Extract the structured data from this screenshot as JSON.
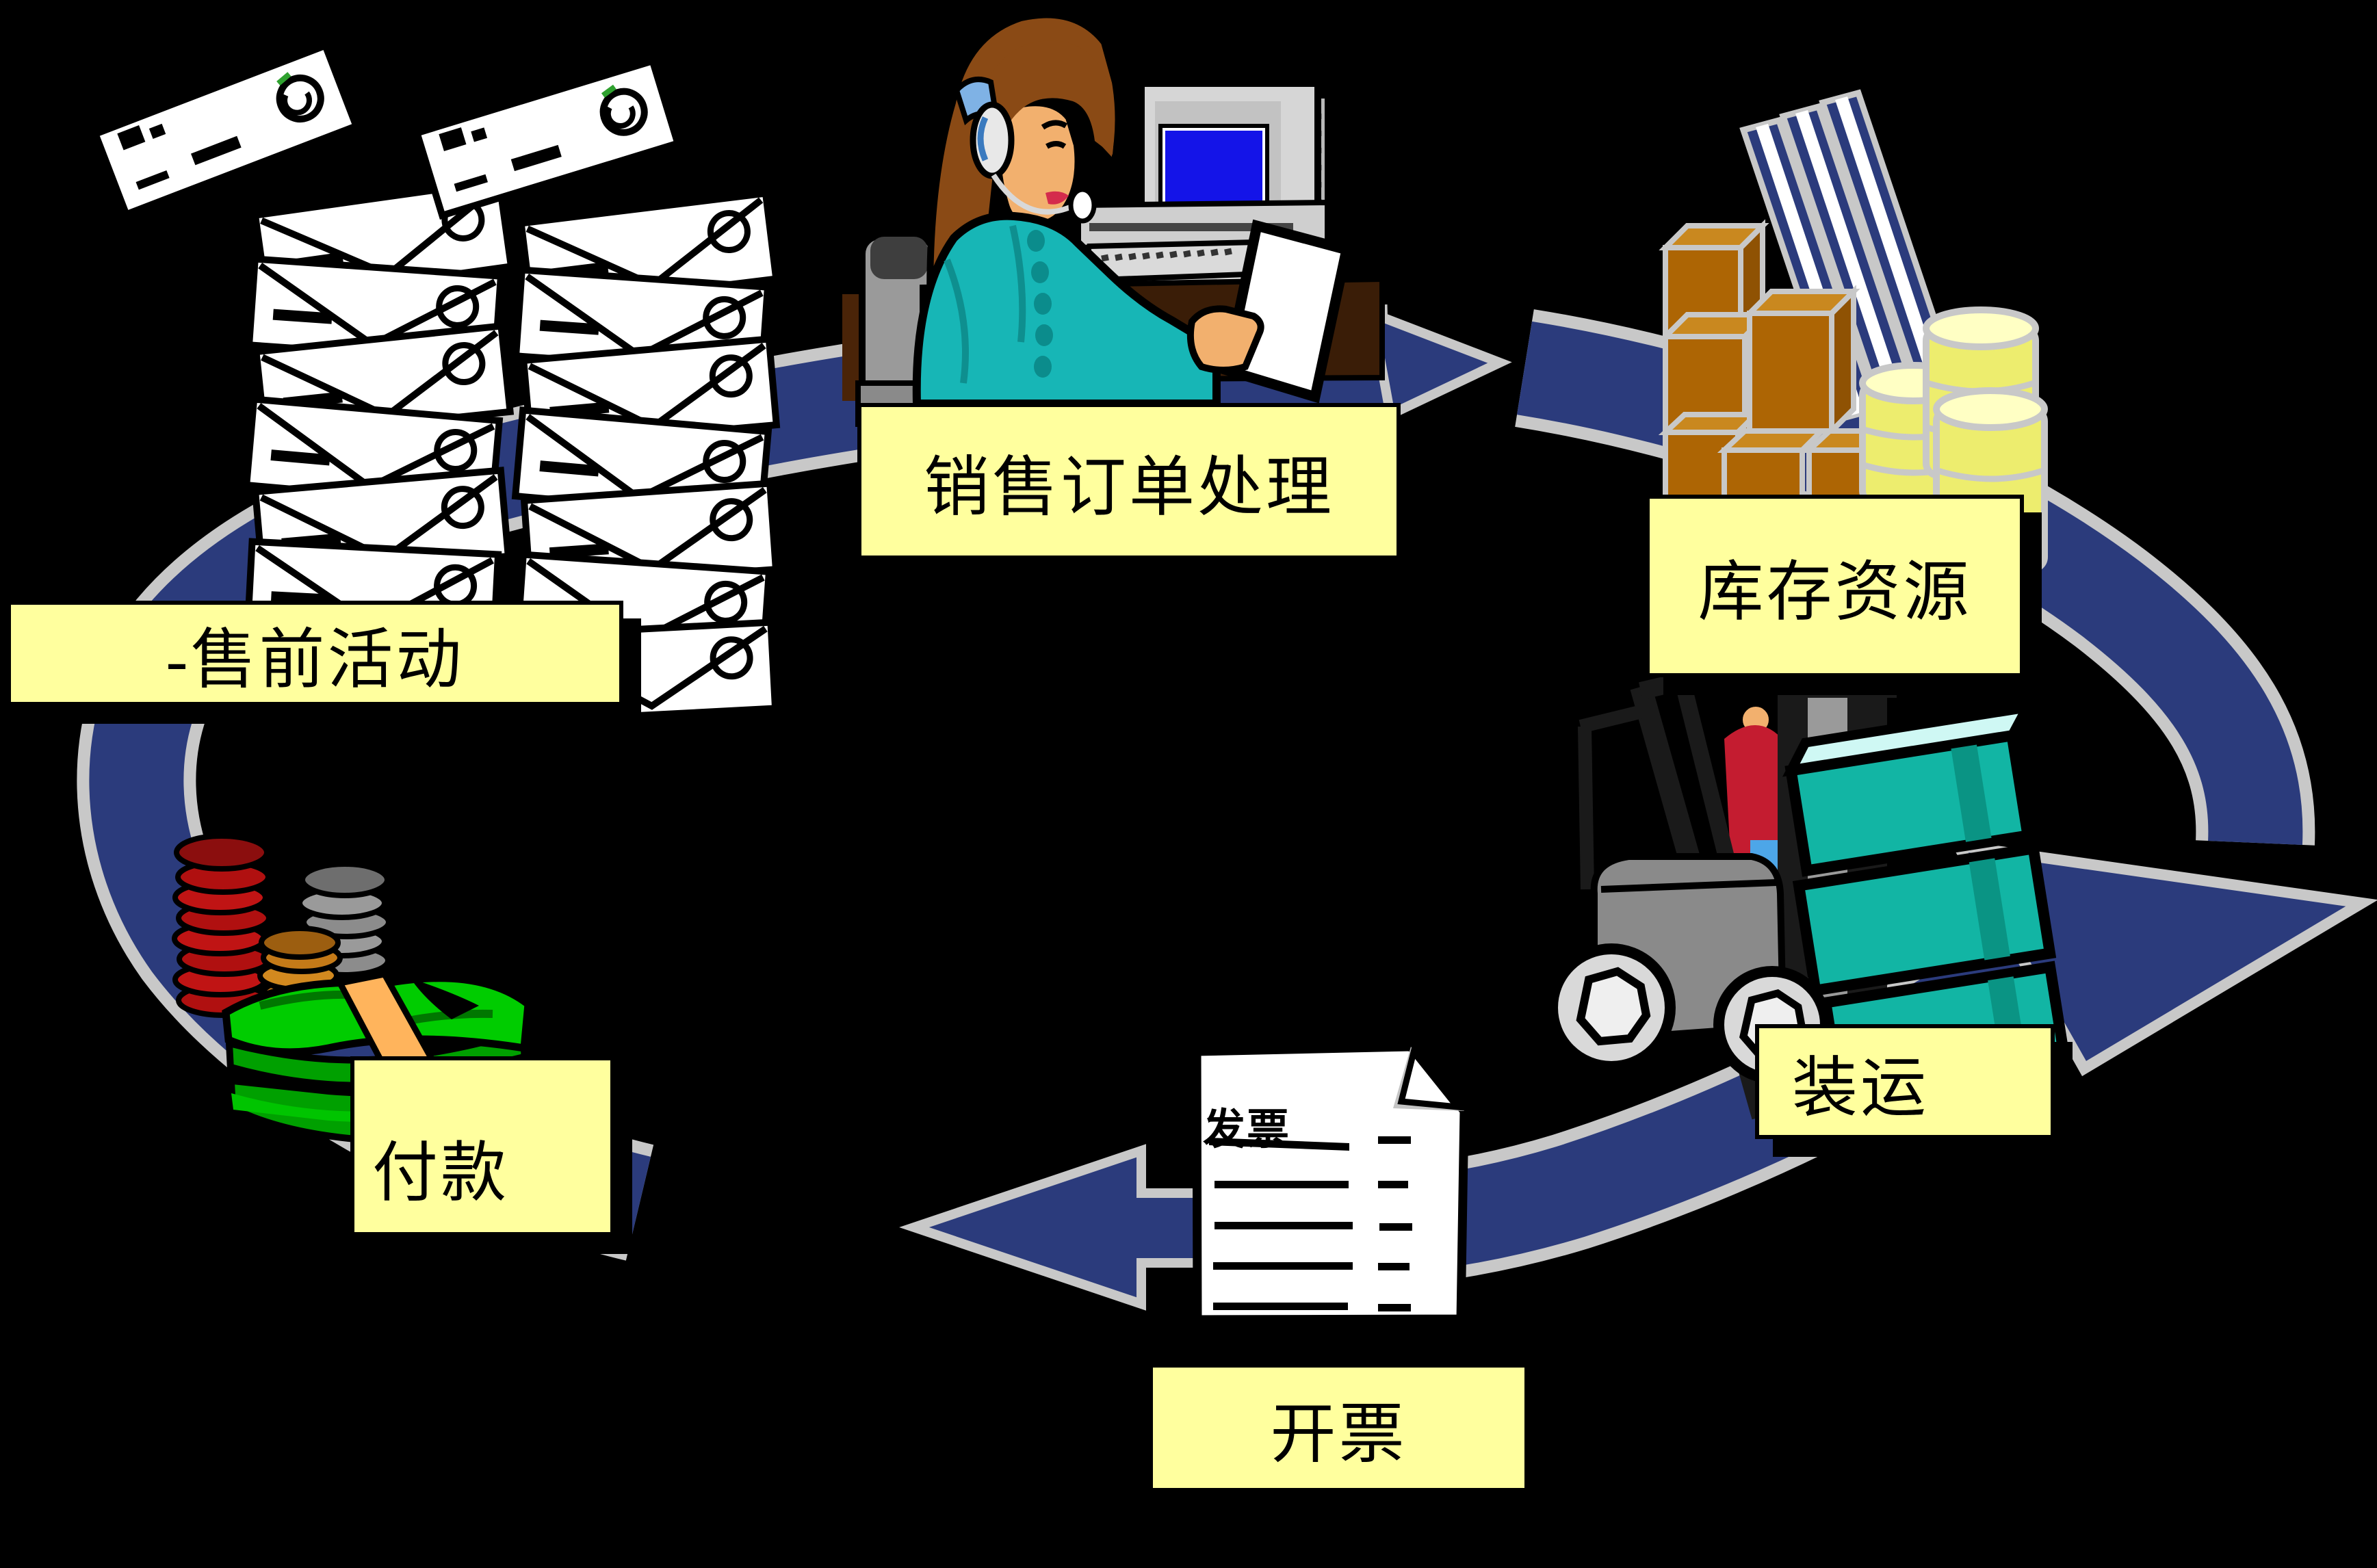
{
  "page": {
    "kind": "sales-cycle-diagram-slide",
    "background_color": "#000000"
  },
  "cycle_ring": {
    "direction": "clockwise",
    "arrow_fill": "#2B3B7C",
    "arrow_edge": "#C8C8C8"
  },
  "labels": {
    "box_fill": "#FFFF9E",
    "box_border": "#000000",
    "text_color": "#000000",
    "presales": "-售前活动",
    "sales_order": "销售订单处理",
    "inventory": "库存资源",
    "shipping": "装运",
    "invoicing": "开票",
    "payment": "付款"
  },
  "invoice_document": {
    "title": "发票"
  }
}
